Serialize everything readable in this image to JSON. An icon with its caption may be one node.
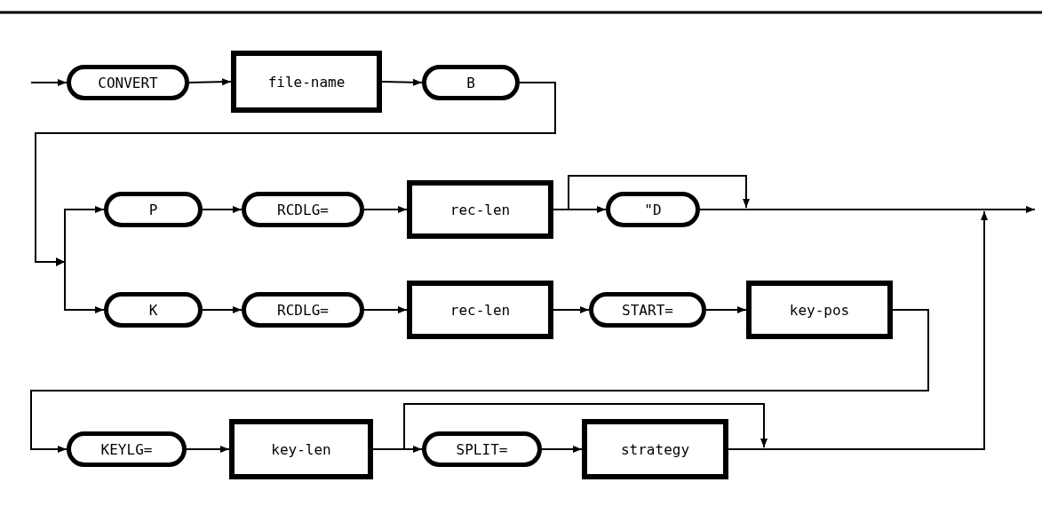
{
  "diagram": {
    "nodes": [
      {
        "text": [
          "CONVERT"
        ]
      },
      {
        "text": [
          "file-name"
        ]
      },
      {
        "text": [
          "B"
        ]
      },
      {
        "text": [
          "P"
        ]
      },
      {
        "text": [
          "RCDLG="
        ]
      },
      {
        "text": [
          "rec-len"
        ]
      },
      {
        "text": [
          "\"D"
        ]
      },
      {
        "text": [
          "K"
        ]
      },
      {
        "text": [
          "RCDLG="
        ]
      },
      {
        "text": [
          "rec-len"
        ]
      },
      {
        "text": [
          "START="
        ]
      },
      {
        "text": [
          "key-pos"
        ]
      },
      {
        "text": [
          "KEYLG="
        ]
      },
      {
        "text": [
          "key-len"
        ]
      },
      {
        "text": [
          "SPLIT="
        ]
      },
      {
        "text": [
          "strategy"
        ]
      }
    ],
    "edges": [
      {
        "from": null,
        "to": 0,
        "arrow": "to"
      },
      {
        "from": 0,
        "to": 1,
        "arrow": "to"
      },
      {
        "from": 1,
        "to": 2,
        "arrow": "to"
      },
      {
        "from": 2,
        "to": 3,
        "arrow": "to"
      },
      {
        "from": 2,
        "to": 7,
        "arrow": "to"
      },
      {
        "from": 3,
        "to": 4,
        "arrow": "to"
      },
      {
        "from": 4,
        "to": 5,
        "arrow": "to"
      },
      {
        "from": 5,
        "to": 6,
        "arrow": "to"
      },
      {
        "from": 5,
        "to": null,
        "arrow": "to"
      },
      {
        "from": 6,
        "to": null,
        "arrow": "to"
      },
      {
        "from": 7,
        "to": 8,
        "arrow": "to"
      },
      {
        "from": 8,
        "to": 9,
        "arrow": "to"
      },
      {
        "from": 9,
        "to": 10,
        "arrow": "to"
      },
      {
        "from": 10,
        "to": 11,
        "arrow": "to"
      },
      {
        "from": 11,
        "to": 12,
        "arrow": "to"
      },
      {
        "from": 12,
        "to": 13,
        "arrow": "to"
      },
      {
        "from": 13,
        "to": 14,
        "arrow": "to"
      },
      {
        "from": 13,
        "to": null,
        "arrow": "to"
      },
      {
        "from": 14,
        "to": 15,
        "arrow": "to"
      },
      {
        "from": 15,
        "to": null,
        "arrow": "to"
      }
    ]
  }
}
